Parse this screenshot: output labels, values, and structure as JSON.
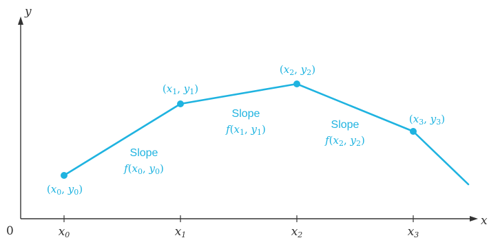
{
  "axes": {
    "x_label": "x",
    "y_label": "y",
    "origin_label": "0",
    "ticks": [
      {
        "var": "x",
        "sub": "0"
      },
      {
        "var": "x",
        "sub": "1"
      },
      {
        "var": "x",
        "sub": "2"
      },
      {
        "var": "x",
        "sub": "3"
      }
    ]
  },
  "points": [
    {
      "x": "x",
      "xs": "0",
      "y": "y",
      "ys": "0"
    },
    {
      "x": "x",
      "xs": "1",
      "y": "y",
      "ys": "1"
    },
    {
      "x": "x",
      "xs": "2",
      "y": "y",
      "ys": "2"
    },
    {
      "x": "x",
      "xs": "3",
      "y": "y",
      "ys": "3"
    }
  ],
  "slopes": [
    {
      "title": "Slope",
      "f": "f",
      "x": "x",
      "xs": "0",
      "y": "y",
      "ys": "0"
    },
    {
      "title": "Slope",
      "f": "f",
      "x": "x",
      "xs": "1",
      "y": "y",
      "ys": "1"
    },
    {
      "title": "Slope",
      "f": "f",
      "x": "x",
      "xs": "2",
      "y": "y",
      "ys": "2"
    }
  ],
  "colors": {
    "accent": "#1fb3e0",
    "axis": "#333333"
  }
}
